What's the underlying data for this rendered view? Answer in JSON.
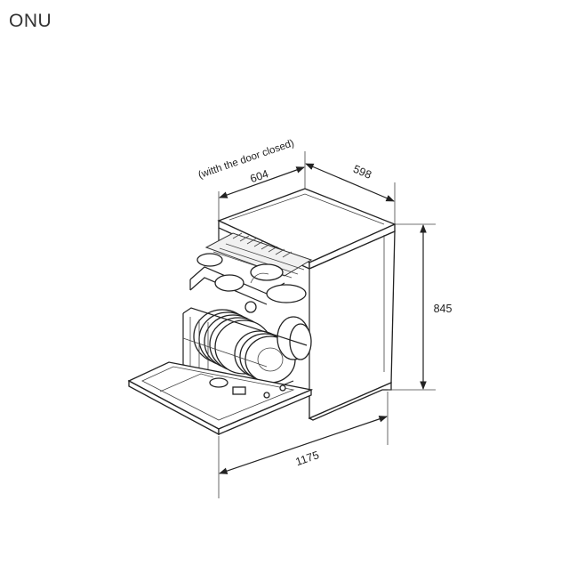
{
  "brand": {
    "label": "ONU"
  },
  "diagram": {
    "note": "(witth the door closed)",
    "width": "604",
    "depth": "598",
    "height": "845",
    "depth_door_open": "1175",
    "line_color": "#222222"
  }
}
